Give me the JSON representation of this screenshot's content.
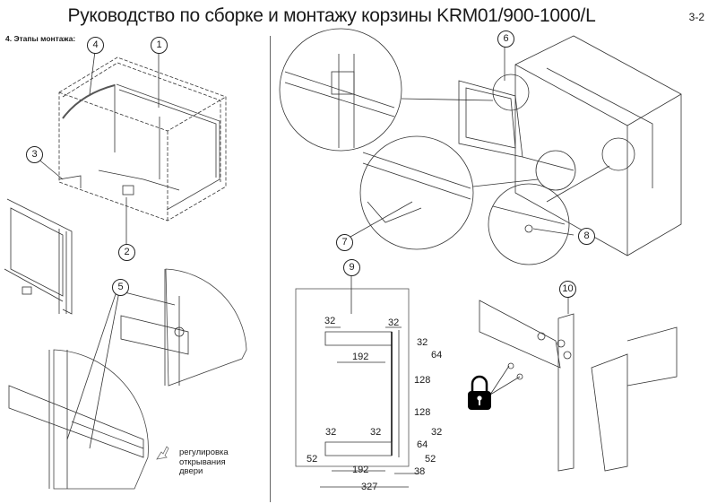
{
  "header": {
    "title": "Руководство по сборке и монтажу корзины KRM01/900-1000/L",
    "page_number": "3-2"
  },
  "section": {
    "heading": "4. Этапы монтажа:"
  },
  "callouts": [
    "1",
    "2",
    "3",
    "4",
    "5",
    "6",
    "7",
    "8",
    "9",
    "10"
  ],
  "dimensions": {
    "top_left_spacing": "32",
    "top_right_spacing": "32",
    "top_hole_span": "192",
    "right_vertical_32": "32",
    "right_vertical_64": "64",
    "mid_128_a": "128",
    "mid_128_b": "128",
    "bottom_left_spacing": "32",
    "bottom_mid_spacing": "32",
    "bottom_right_32": "32",
    "bottom_64": "64",
    "left_52": "52",
    "right_52": "52",
    "bottom_hole_span": "192",
    "offset_38": "38",
    "overall_width": "327"
  },
  "note": {
    "line1": "регулировка",
    "line2": "открывания",
    "line3": "двери"
  },
  "icons": {
    "lock": "padlock-icon",
    "arrows": "double-arrow-icon"
  }
}
